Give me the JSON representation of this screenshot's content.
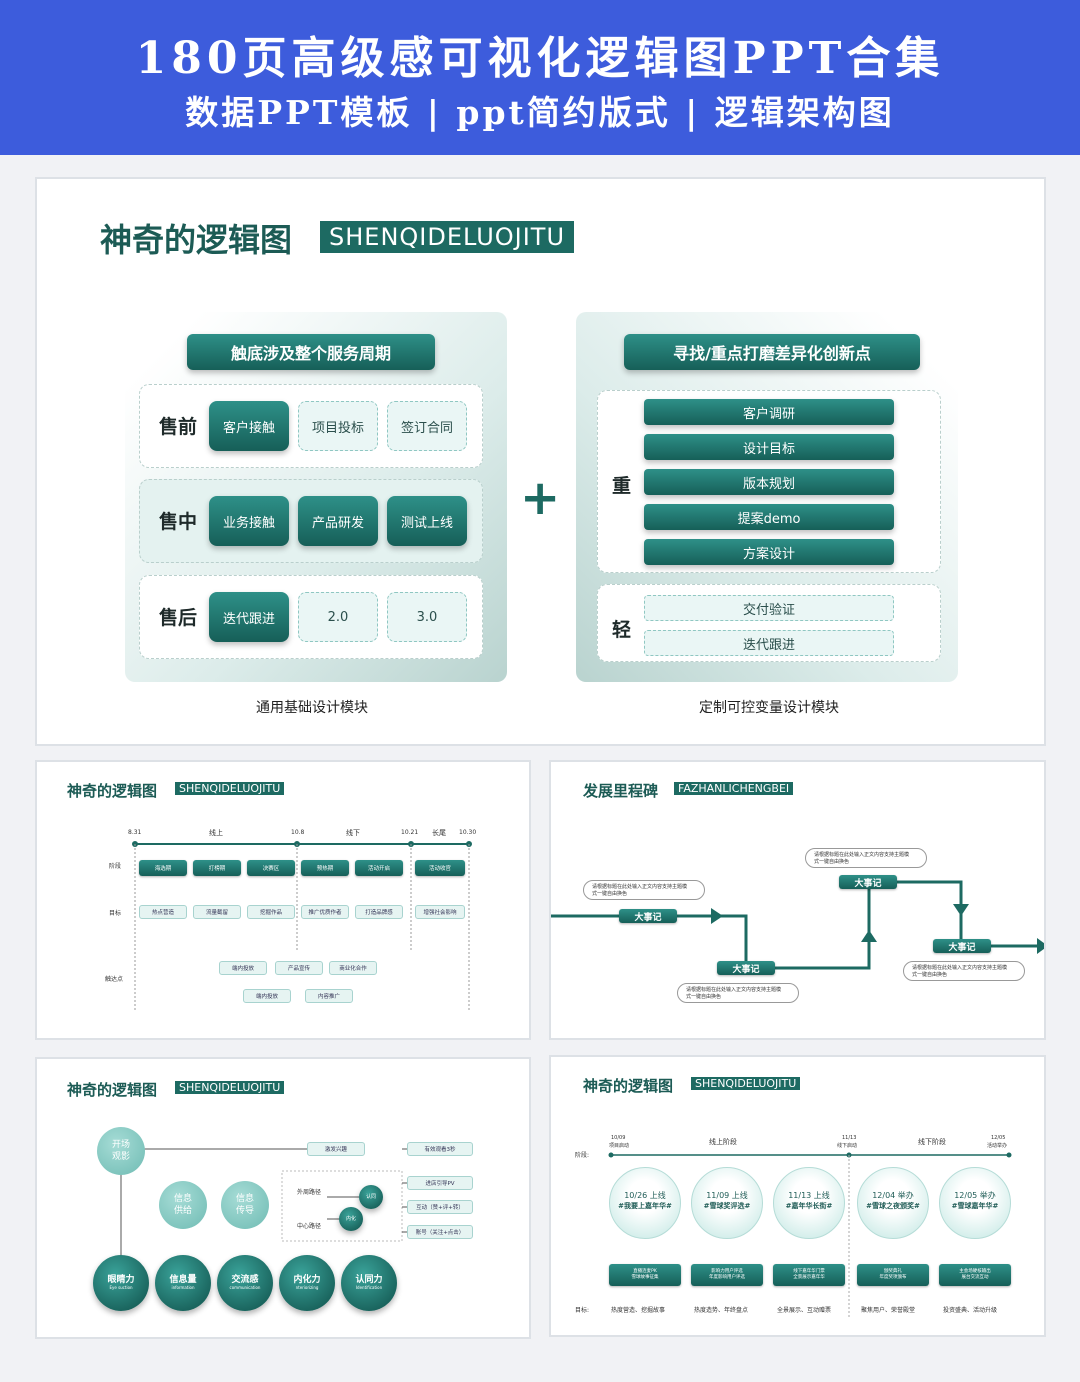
{
  "header": {
    "title": "180页高级感可视化逻辑图PPT合集",
    "subtitle": "数据PPT模板 | ppt简约版式 | 逻辑架构图"
  },
  "slide1": {
    "title": "神奇的逻辑图",
    "tag": "SHENQIDELUOJITU",
    "left": {
      "header": "触底涉及整个服务周期",
      "rows": [
        {
          "label": "售前",
          "items": [
            "客户接触",
            "项目投标",
            "签订合同"
          ]
        },
        {
          "label": "售中",
          "items": [
            "业务接触",
            "产品研发",
            "测试上线"
          ]
        },
        {
          "label": "售后",
          "items": [
            "迭代跟进",
            "2.0",
            "3.0"
          ]
        }
      ],
      "caption": "通用基础设计模块"
    },
    "plus": "+",
    "right": {
      "header": "寻找/重点打磨差异化创新点",
      "heavy_label": "重",
      "heavy_items": [
        "客户调研",
        "设计目标",
        "版本规划",
        "提案demo",
        "方案设计"
      ],
      "light_label": "轻",
      "light_items": [
        "交付验证",
        "迭代跟进"
      ],
      "caption": "定制可控变量设计模块"
    }
  },
  "slide2": {
    "title": "神奇的逻辑图",
    "tag": "SHENQIDELUOJITU",
    "dates": [
      "8.31",
      "10.8",
      "10.21",
      "10.30"
    ],
    "periods": [
      "线上",
      "线下",
      "长尾"
    ],
    "rows": [
      "阶段",
      "目标",
      "触达点"
    ],
    "stages": [
      "海选期",
      "打榜期",
      "决赛区",
      "预热期",
      "活动开启",
      "活动收官"
    ],
    "goals": [
      "热点营造",
      "流量截留",
      "挖掘作品",
      "推广优质作者",
      "打造品牌感",
      "增强社会影响"
    ],
    "touch1": [
      "端内投放",
      "产品宣传",
      "商业化合作"
    ],
    "touch2": [
      "端内投放",
      "内容推广"
    ]
  },
  "slide3": {
    "title": "发展里程碑",
    "tag": "FAZHANLICHENGBEI",
    "milestone": "大事记",
    "note_line1": "请根据标题在此处输入正文内容支持主题模",
    "note_line2": "式一键自由换色"
  },
  "slide4": {
    "title": "神奇的逻辑图",
    "tag": "SHENQIDELUOJITU",
    "top_left": "开场\n观影",
    "mid": [
      "信息\n供给",
      "信息\n传导"
    ],
    "bottom": [
      {
        "cn": "眼睛力",
        "en": "Eye suction"
      },
      {
        "cn": "信息量",
        "en": "information"
      },
      {
        "cn": "交流感",
        "en": "communication"
      },
      {
        "cn": "内化力",
        "en": "nteriorizing"
      },
      {
        "cn": "认同力",
        "en": "Identification"
      }
    ],
    "flow": [
      "激发兴趣",
      "外周路径",
      "中心路径",
      "认同",
      "内化"
    ],
    "results": [
      "有效观看3秒",
      "进店引导PV",
      "互动（赞+评+转）",
      "账号（关注+点击）"
    ]
  },
  "slide5": {
    "title": "神奇的逻辑图",
    "tag": "SHENQIDELUOJITU",
    "stage_label": "阶段:",
    "goal_label": "目标:",
    "points": [
      {
        "date": "10/09",
        "text": "项目启动"
      },
      {
        "date": "11/13",
        "text": "线下启动"
      },
      {
        "date": "12/05",
        "text": "活动举办"
      }
    ],
    "phases": [
      "线上阶段",
      "线下阶段"
    ],
    "bubbles": [
      {
        "date": "10/26 上线",
        "name": "#我要上嘉年华#"
      },
      {
        "date": "11/09 上线",
        "name": "#雪球奖评选#"
      },
      {
        "date": "11/13 上线",
        "name": "#嘉年华长街#"
      },
      {
        "date": "12/04 举办",
        "name": "#雪球之夜颁奖#"
      },
      {
        "date": "12/05 举办",
        "name": "#雪球嘉年华#"
      }
    ],
    "boxes": [
      [
        "直播连麦PK",
        "雪球故事征集"
      ],
      [
        "影响力用户评选",
        "年度影响用户评选"
      ],
      [
        "线下嘉年华门票",
        "全景展示嘉年华"
      ],
      [
        "颁奖典礼",
        "年度奖项颁布"
      ],
      [
        "主会场硬核输出",
        "展台交流互动"
      ]
    ],
    "goals": [
      "热度营造、挖掘故事",
      "热度造势、年终盘点",
      "全景展示、互动赠票",
      "聚焦用户、荣誉殿堂",
      "投资盛典、活动升级"
    ]
  },
  "colors": {
    "header_bg": "#3d5cdc",
    "accent": "#1d6a62",
    "light": "#eaf6f5"
  }
}
